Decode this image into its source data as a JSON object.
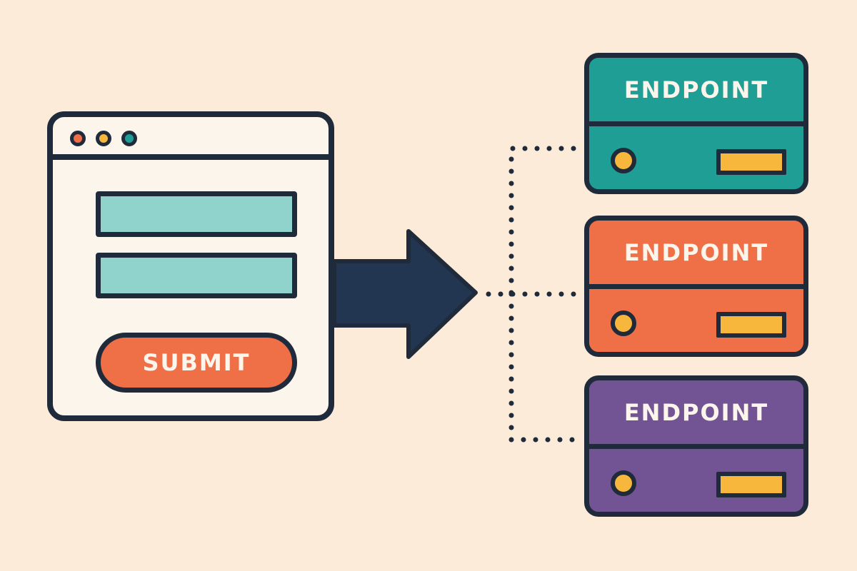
{
  "colors": {
    "background": "#FBEBD8",
    "outline": "#1F2A3A",
    "field_fill": "#8FD3CC",
    "submit_fill": "#EF7047",
    "dot_colors": [
      "#EF7047",
      "#F6B73C",
      "#1E9E94"
    ],
    "led_fill": "#F6B73C",
    "slot_fill": "#F6B73C"
  },
  "form": {
    "submit_label": "SUBMIT"
  },
  "endpoints": [
    {
      "label": "ENDPOINT",
      "color": "#1E9E94",
      "text_color": "#FCF5EC"
    },
    {
      "label": "ENDPOINT",
      "color": "#EF7047",
      "text_color": "#FCF5EC"
    },
    {
      "label": "ENDPOINT",
      "color": "#725394",
      "text_color": "#FCF5EC"
    }
  ]
}
